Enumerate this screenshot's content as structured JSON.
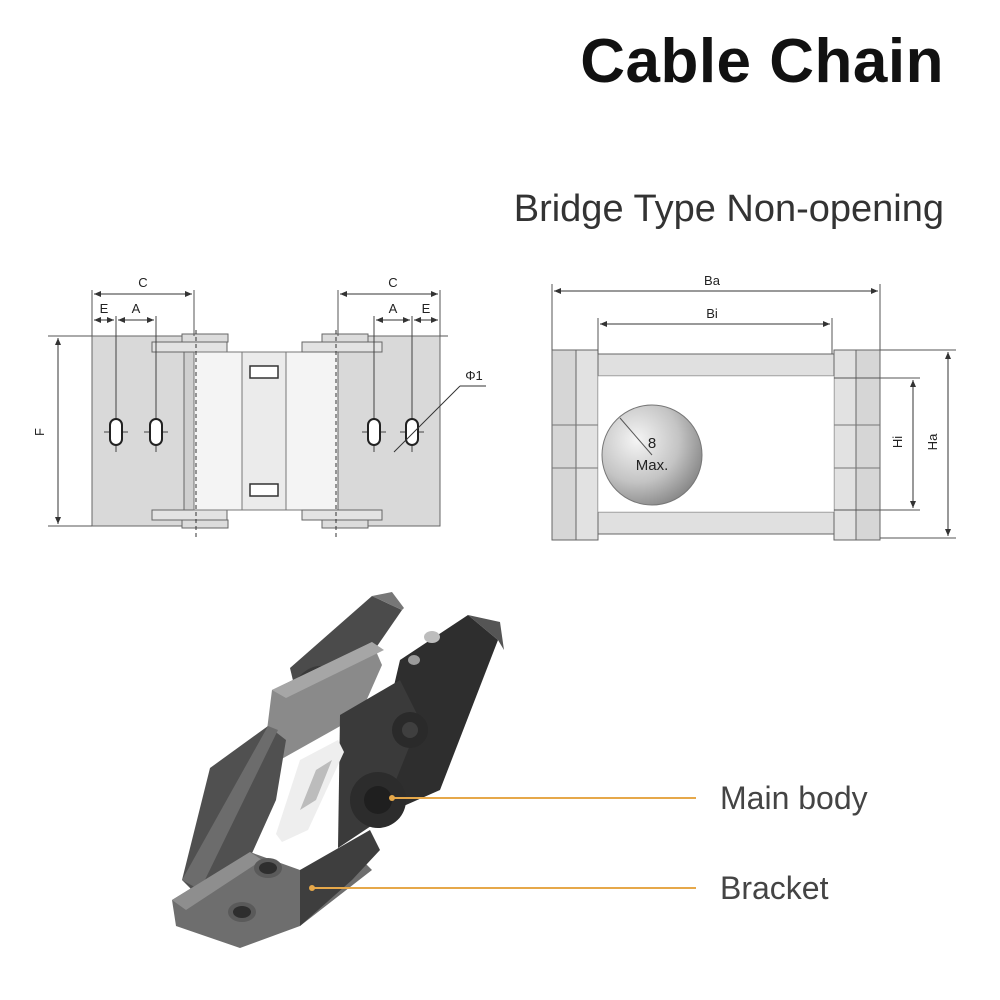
{
  "header": {
    "title": "Cable Chain",
    "subtitle": "Bridge Type Non-opening"
  },
  "side_view": {
    "labels": {
      "c_left": "C",
      "e_left": "E",
      "a_left": "A",
      "c_right": "C",
      "a_right": "A",
      "e_right": "E",
      "f": "F",
      "phi": "Φ1"
    }
  },
  "cross_section": {
    "labels": {
      "ba": "Ba",
      "bi": "Bi",
      "hi": "Hi",
      "ha": "Ha",
      "max_value": "8",
      "max_text": "Max."
    }
  },
  "product": {
    "callouts": {
      "main_body": "Main body",
      "bracket": "Bracket"
    },
    "colors": {
      "leader": "#e6a84a",
      "body": "#4a4a4a"
    }
  }
}
